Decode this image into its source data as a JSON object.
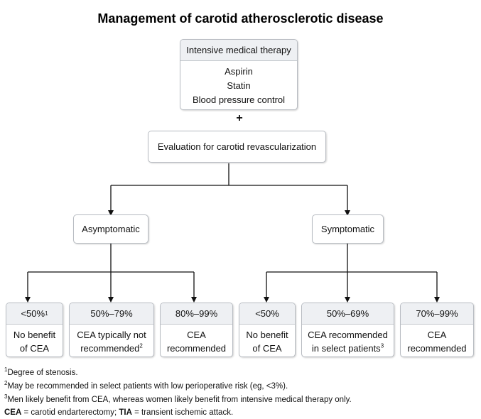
{
  "title": "Management of carotid atherosclerotic disease",
  "therapy": {
    "header": "Intensive medical therapy",
    "items": [
      "Aspirin",
      "Statin",
      "Blood pressure control"
    ]
  },
  "plus": "+",
  "evaluation": "Evaluation for carotid revascularization",
  "asymptomatic": {
    "label": "Asymptomatic",
    "boxes": [
      {
        "header": "<50%",
        "sup": "1",
        "lines": [
          "No benefit",
          "of CEA"
        ],
        "body_sup": ""
      },
      {
        "header": "50%–79%",
        "sup": "",
        "lines": [
          "CEA typically not",
          "recommended"
        ],
        "body_sup": "2"
      },
      {
        "header": "80%–99%",
        "sup": "",
        "lines": [
          "CEA",
          "recommended"
        ],
        "body_sup": ""
      }
    ]
  },
  "symptomatic": {
    "label": "Symptomatic",
    "boxes": [
      {
        "header": "<50%",
        "sup": "",
        "lines": [
          "No benefit",
          "of CEA"
        ],
        "body_sup": ""
      },
      {
        "header": "50%–69%",
        "sup": "",
        "lines": [
          "CEA recommended",
          "in select patients"
        ],
        "body_sup": "3"
      },
      {
        "header": "70%–99%",
        "sup": "",
        "lines": [
          "CEA",
          "recommended"
        ],
        "body_sup": ""
      }
    ]
  },
  "footnotes": [
    {
      "mark": "1",
      "text": "Degree of stenosis."
    },
    {
      "mark": "2",
      "text": "May be recommended in select patients with low perioperative risk (eg, <3%)."
    },
    {
      "mark": "3",
      "text": "Men likely benefit from CEA, whereas women likely benefit from intensive medical therapy only."
    }
  ],
  "abbreviations": {
    "cea_term": "CEA",
    "cea_def": " = carotid endarterectomy; ",
    "tia_term": "TIA",
    "tia_def": " = transient ischemic attack."
  },
  "colors": {
    "header_bg": "#eef0f3",
    "border": "#b8bcc2",
    "line": "#111111"
  }
}
